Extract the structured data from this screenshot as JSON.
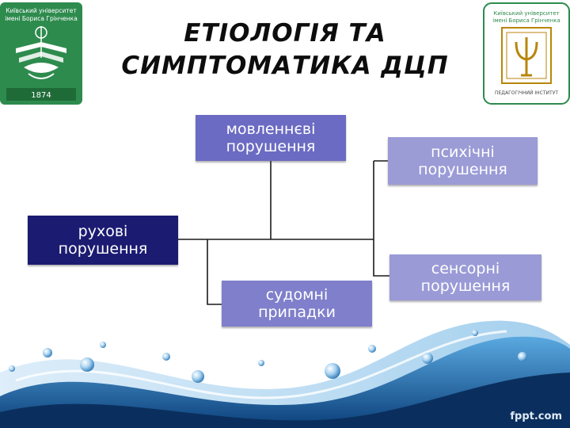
{
  "title": {
    "line1": "ЕТІОЛОГІЯ ТА",
    "line2": "СИМПТОМАТИКА ДЦП"
  },
  "logo_left": {
    "text_line1": "Київський університет",
    "text_line2": "імені Бориса Грінченка",
    "year": "1874",
    "colors": {
      "background": "#2e8b4e",
      "emblem": "#ffffff",
      "year_band": "#1f6b38"
    }
  },
  "logo_right": {
    "text_line1": "Київський університет",
    "text_line2": "імені Бориса Грінченка",
    "caption": "ПЕДАГОГІЧНИЙ ІНСТИТУТ",
    "colors": {
      "frame": "#2e8b4e",
      "emblem": "#b8860b"
    }
  },
  "diagram": {
    "nodes": [
      {
        "id": "speech",
        "line1": "мовленнєві",
        "line2": "порушення",
        "color": "#6b6bc3"
      },
      {
        "id": "psych",
        "line1": "психічні",
        "line2": "порушення",
        "color": "#9b9bd6"
      },
      {
        "id": "motor",
        "line1": "рухові",
        "line2": "порушення",
        "color": "#1b1b72"
      },
      {
        "id": "sensory",
        "line1": "сенсорні",
        "line2": "порушення",
        "color": "#9a9ad7"
      },
      {
        "id": "seizure",
        "line1": "судомні",
        "line2": "припадки",
        "color": "#7f7fcb"
      }
    ],
    "connector_color": "#1a1a1a"
  },
  "watermark": "fppt.com"
}
